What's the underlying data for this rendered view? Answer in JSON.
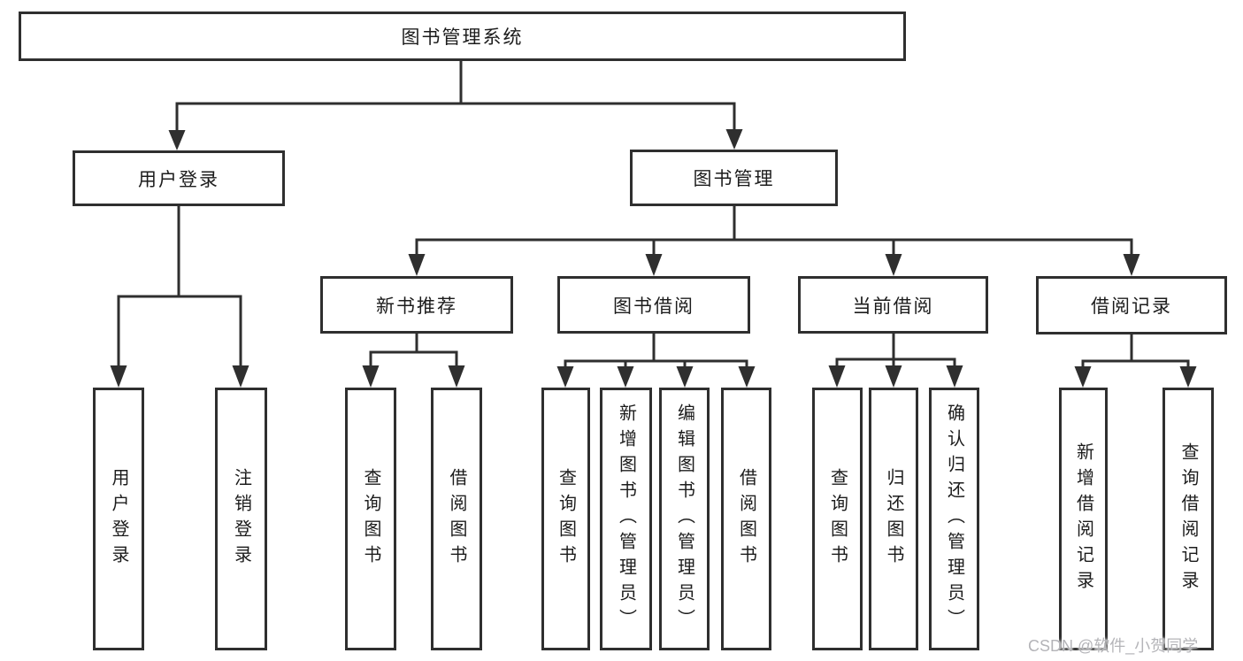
{
  "tree": {
    "label": "图书管理系统",
    "children": [
      {
        "label": "用户登录",
        "children": [
          {
            "label": "用户登录"
          },
          {
            "label": "注销登录"
          }
        ]
      },
      {
        "label": "图书管理",
        "children": [
          {
            "label": "新书推荐",
            "children": [
              {
                "label": "查询图书"
              },
              {
                "label": "借阅图书"
              }
            ]
          },
          {
            "label": "图书借阅",
            "children": [
              {
                "label": "查询图书"
              },
              {
                "label": "新增图书（管理员）"
              },
              {
                "label": "编辑图书（管理员）"
              },
              {
                "label": "借阅图书"
              }
            ]
          },
          {
            "label": "当前借阅",
            "children": [
              {
                "label": "查询图书"
              },
              {
                "label": "归还图书"
              },
              {
                "label": "确认归还（管理员）"
              }
            ]
          },
          {
            "label": "借阅记录",
            "children": [
              {
                "label": "新增借阅记录"
              },
              {
                "label": "查询借阅记录"
              }
            ]
          }
        ]
      }
    ]
  },
  "watermark": {
    "text": "CSDN @软件_小贺同学"
  },
  "colors": {
    "line": "#2f2f2f",
    "text": "#1c1c1c",
    "watermark": "#b4b4b8",
    "background": "#ffffff"
  }
}
